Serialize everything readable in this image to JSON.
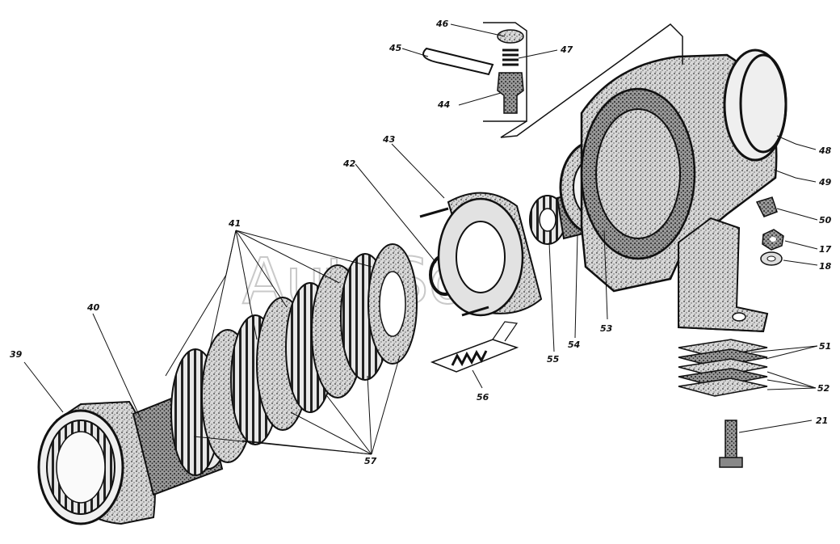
{
  "watermark": "AutoSoft",
  "callouts": {
    "c39": "39",
    "c40": "40",
    "c41": "41",
    "c42": "42",
    "c43": "43",
    "c44": "44",
    "c45": "45",
    "c46": "46",
    "c47": "47",
    "c48": "48",
    "c49": "49",
    "c50": "50",
    "c17": "17",
    "c18": "18",
    "c51": "51",
    "c52": "52",
    "c53": "53",
    "c54": "54",
    "c55": "55",
    "c56": "56",
    "c57": "57",
    "c21": "21"
  },
  "colors": {
    "ink": "#111111",
    "metal": "#5a5a5a",
    "light": "#bdbdbd"
  }
}
